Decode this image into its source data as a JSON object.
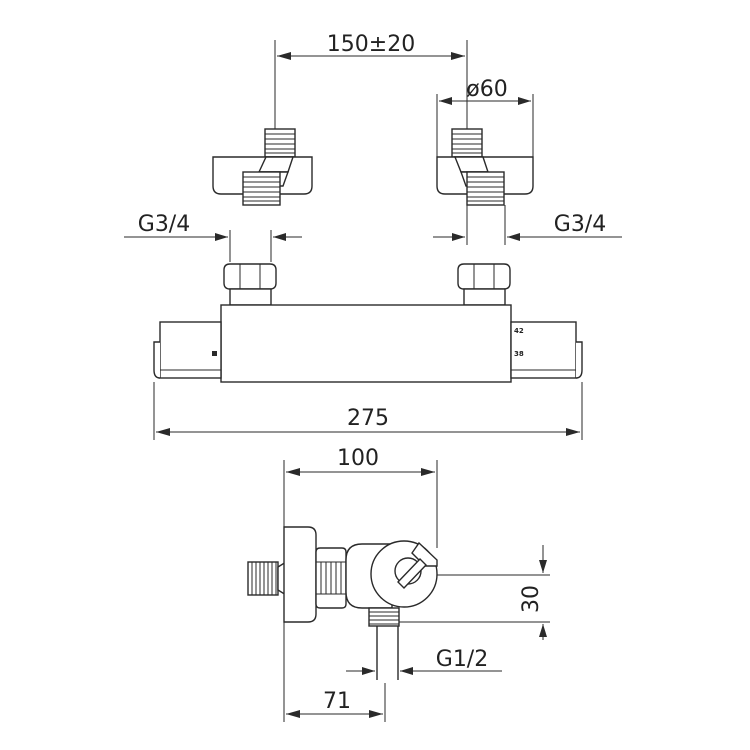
{
  "dimensions": {
    "inlet_spacing": "150±20",
    "escutcheon_diameter": "ø60",
    "inlet_thread_left": "G3/4",
    "inlet_thread_right": "G3/4",
    "overall_width": "275",
    "body_depth": "100",
    "outlet_height": "30",
    "outlet_thread": "G1/2",
    "outlet_offset": "71"
  },
  "scale_marks": {
    "upper": "42",
    "lower": "38"
  }
}
